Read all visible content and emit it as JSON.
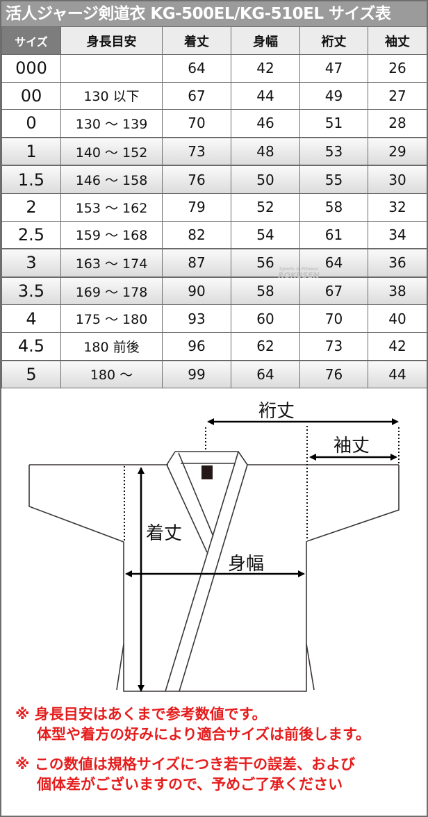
{
  "title": "活人ジャージ剣道衣 KG-500EL/KG-510EL サイズ表",
  "table": {
    "headers": [
      "サイズ",
      "身長目安",
      "着丈",
      "身幅",
      "裄丈",
      "袖丈"
    ],
    "rows": [
      {
        "size": "000",
        "height": "",
        "kitake": "64",
        "mihaba": "42",
        "yukitake": "47",
        "sodetake": "26",
        "highlight": false
      },
      {
        "size": "00",
        "height": "130 以下",
        "kitake": "67",
        "mihaba": "44",
        "yukitake": "49",
        "sodetake": "27",
        "highlight": false
      },
      {
        "size": "0",
        "height": "130 ～ 139",
        "kitake": "70",
        "mihaba": "46",
        "yukitake": "51",
        "sodetake": "28",
        "highlight": false
      },
      {
        "size": "1",
        "height": "140 ～ 152",
        "kitake": "73",
        "mihaba": "48",
        "yukitake": "53",
        "sodetake": "29",
        "highlight": true
      },
      {
        "size": "1.5",
        "height": "146 ～ 158",
        "kitake": "76",
        "mihaba": "50",
        "yukitake": "55",
        "sodetake": "30",
        "highlight": true
      },
      {
        "size": "2",
        "height": "153 ～ 162",
        "kitake": "79",
        "mihaba": "52",
        "yukitake": "58",
        "sodetake": "32",
        "highlight": false
      },
      {
        "size": "2.5",
        "height": "159 ～ 168",
        "kitake": "82",
        "mihaba": "54",
        "yukitake": "61",
        "sodetake": "34",
        "highlight": false
      },
      {
        "size": "3",
        "height": "163 ～ 174",
        "kitake": "87",
        "mihaba": "56",
        "yukitake": "64",
        "sodetake": "36",
        "highlight": true
      },
      {
        "size": "3.5",
        "height": "169 ～ 178",
        "kitake": "90",
        "mihaba": "58",
        "yukitake": "67",
        "sodetake": "38",
        "highlight": true
      },
      {
        "size": "4",
        "height": "175 ～ 180",
        "kitake": "93",
        "mihaba": "60",
        "yukitake": "70",
        "sodetake": "40",
        "highlight": false
      },
      {
        "size": "4.5",
        "height": "180 前後",
        "kitake": "96",
        "mihaba": "62",
        "yukitake": "73",
        "sodetake": "42",
        "highlight": false
      },
      {
        "size": "5",
        "height": "180 ～",
        "kitake": "99",
        "mihaba": "64",
        "yukitake": "76",
        "sodetake": "44",
        "highlight": true
      }
    ]
  },
  "watermark": {
    "line1": "Sports & Fitness",
    "line2": "ROKUSEN"
  },
  "diagram": {
    "labels": {
      "yukitake": "裄丈",
      "sodetake": "袖丈",
      "kitake": "着丈",
      "mihaba": "身幅"
    }
  },
  "notes": [
    {
      "mark": "※",
      "lines": [
        "身長目安はあくまで参考数値です。",
        "体型や着方の好みにより適合サイズは前後します。"
      ]
    },
    {
      "mark": "※",
      "lines": [
        "この数値は規格サイズにつき若干の誤差、および",
        "個体差がございますので、予めご了承ください"
      ]
    }
  ],
  "colors": {
    "title_bg": "#9b9b9b",
    "size_header_bg": "#7d7d7d",
    "header_bg": "#ececec",
    "border": "#6a6a6a",
    "note_red": "#e51c1c"
  }
}
